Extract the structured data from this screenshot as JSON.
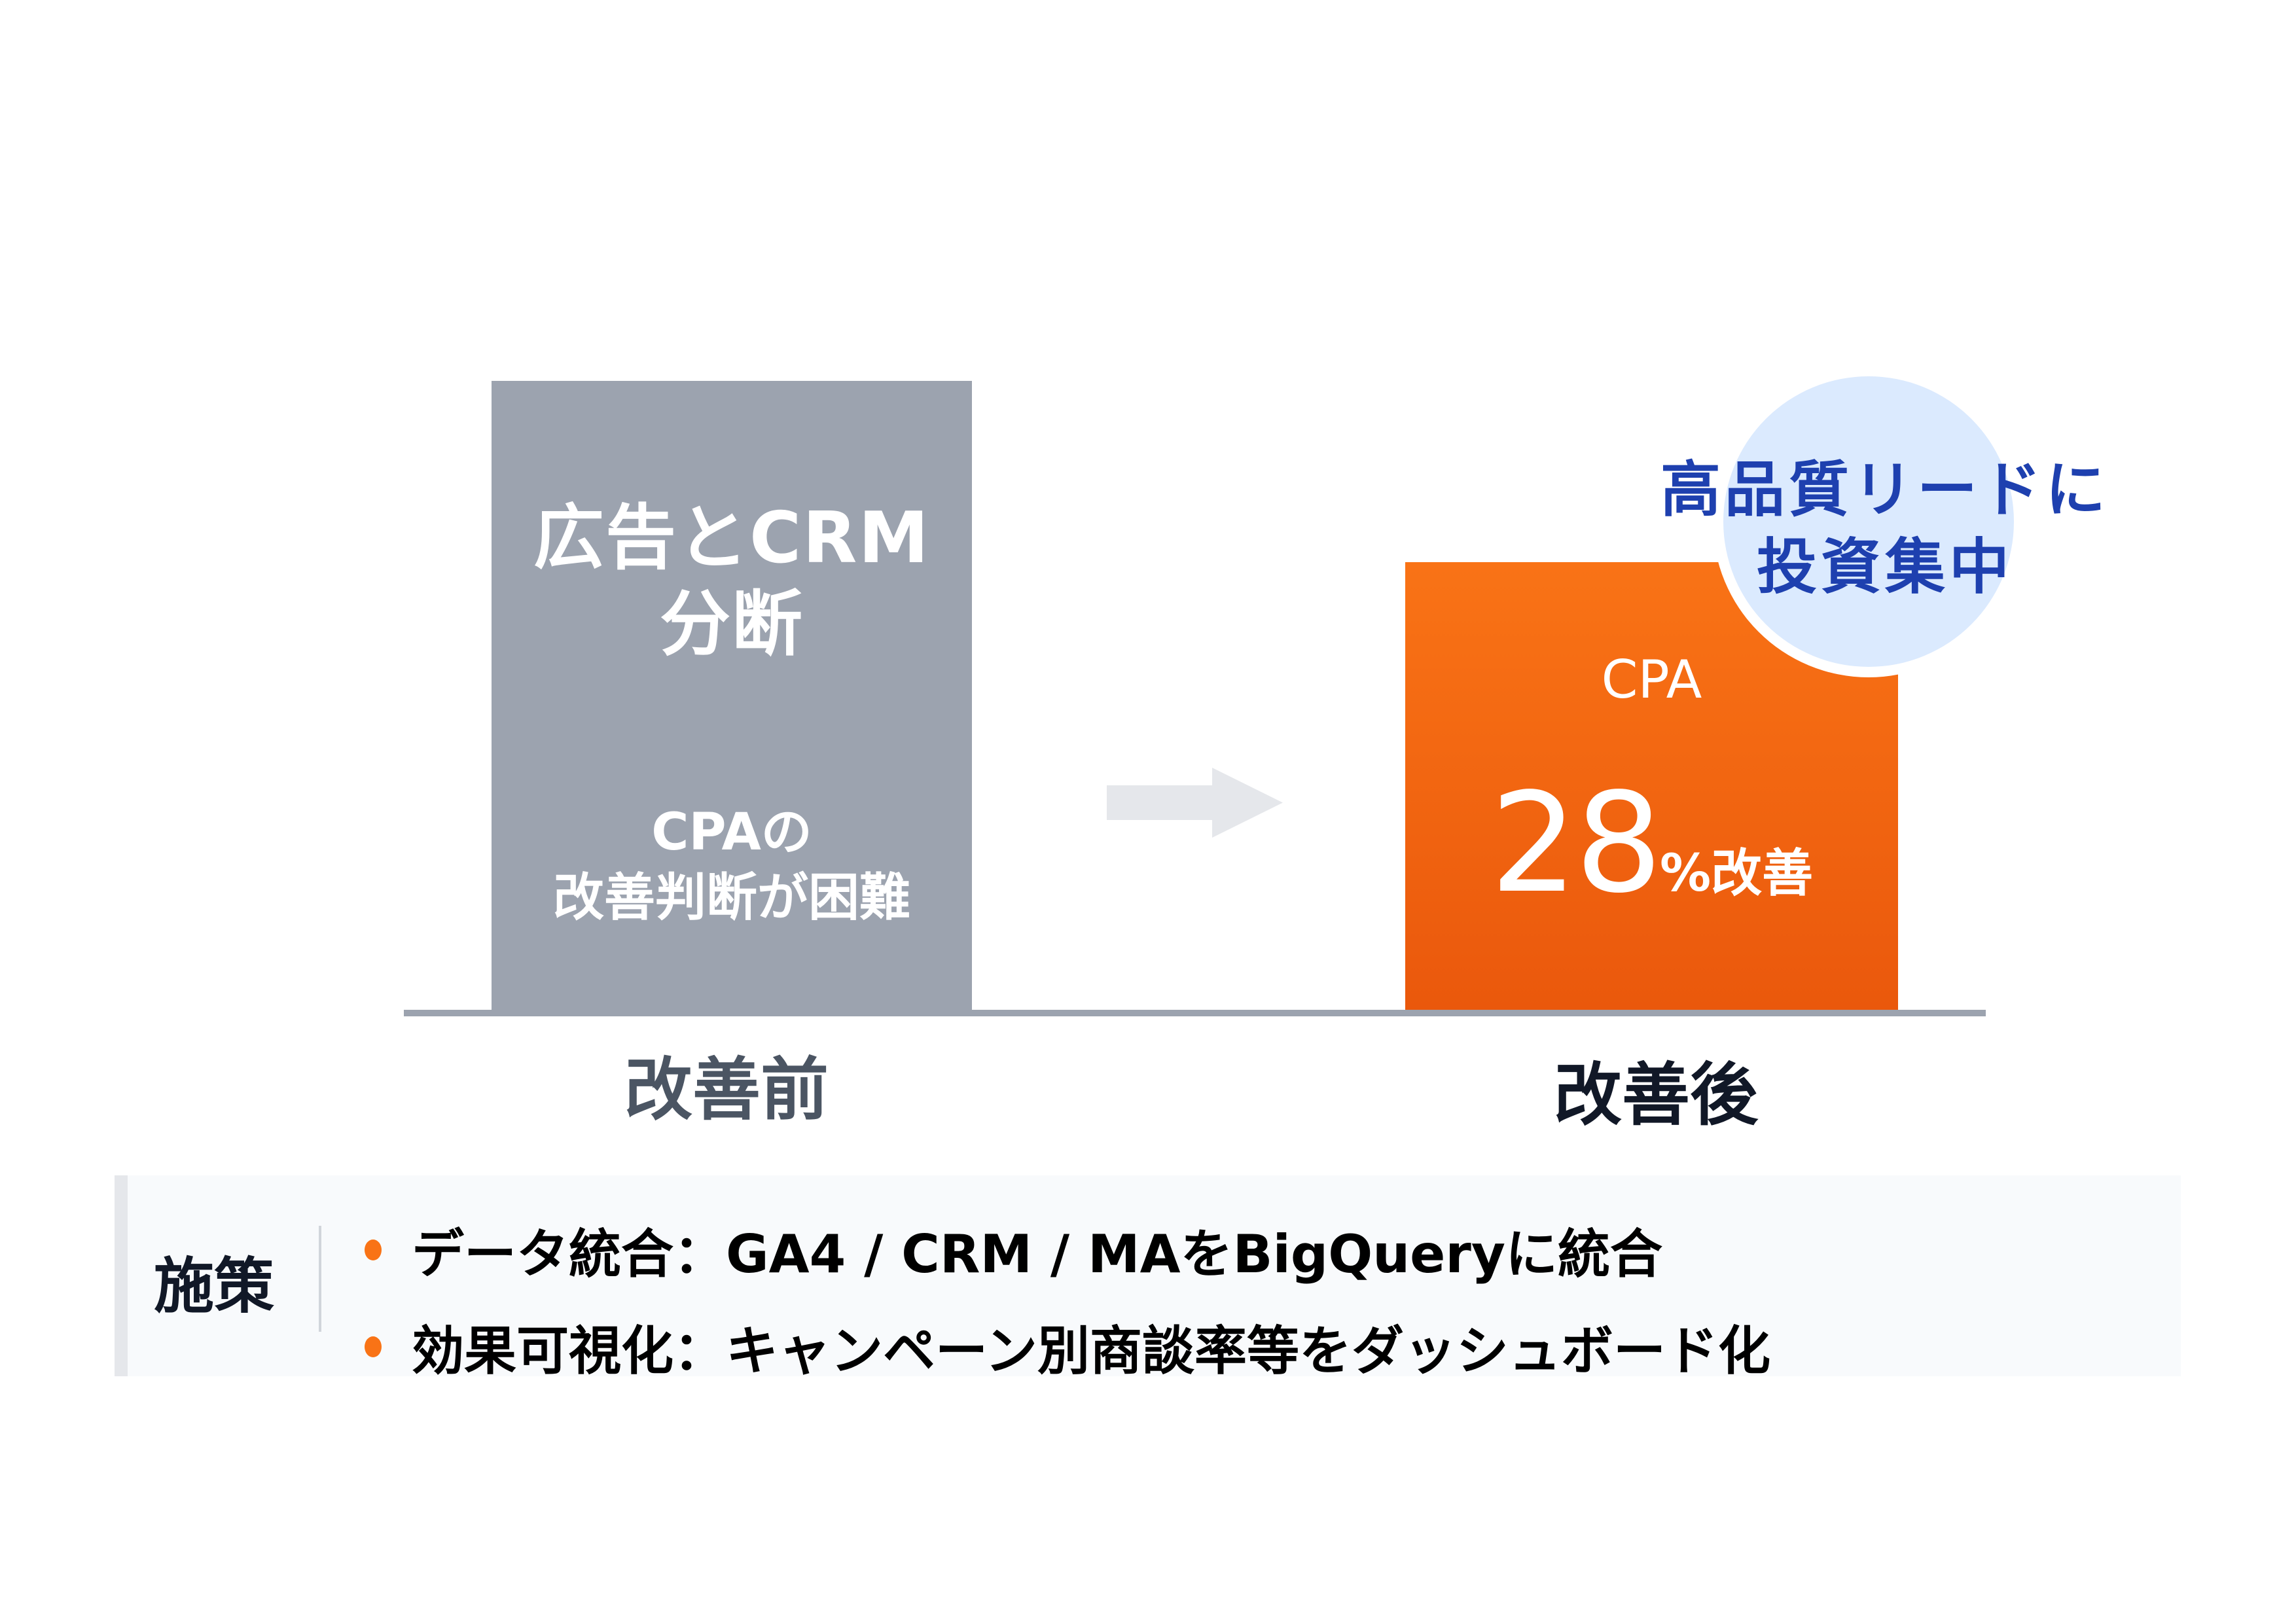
{
  "colors": {
    "bar_before": "#9ca3af",
    "bar_after_top": "#f97316",
    "bar_after_bottom": "#ea580c",
    "circle_fill": "#dbeafe",
    "circle_text": "#1e40af",
    "arrow": "#e5e7eb",
    "bullet": "#f97316",
    "panel_bg": "#f8fafc"
  },
  "before": {
    "title_line1": "広告とCRM",
    "title_line2": "分断",
    "sub_line1": "CPAの",
    "sub_line2": "改善判断が困難",
    "label": "改善前"
  },
  "after": {
    "metric": "CPA",
    "value": "28",
    "unit": "%改善",
    "label": "改善後"
  },
  "callout": {
    "line1": "高品質リードに",
    "line2": "投資集中"
  },
  "arrow_icon": "right-arrow-icon",
  "measures": {
    "title": "施策",
    "items": [
      {
        "text": "データ統合：GA4 / CRM / MAをBigQueryに統合"
      },
      {
        "text": "効果可視化：キャンペーン別商談率等をダッシュボード化"
      }
    ]
  }
}
